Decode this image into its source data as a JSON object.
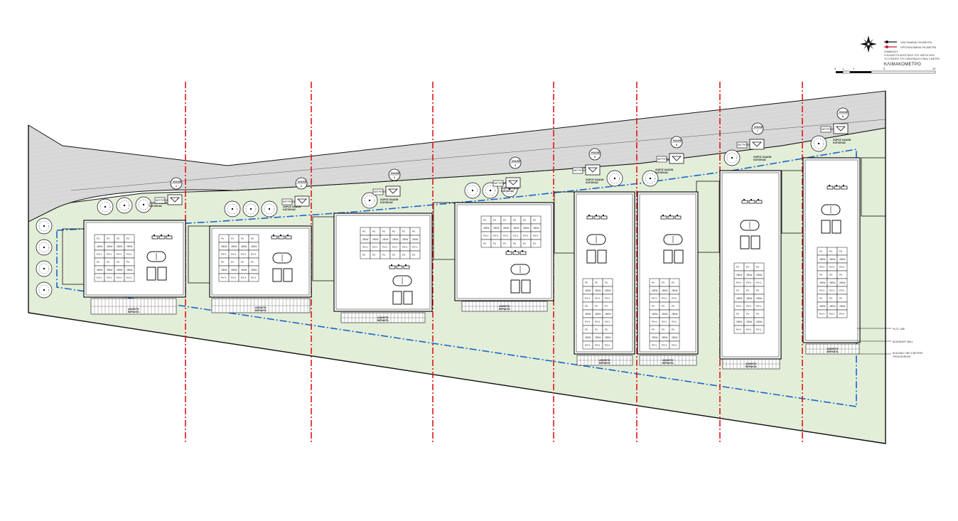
{
  "legend": {
    "existing": "ΥΦΙΣΤΑΜΕΝΑ ΥΨΟΜΕΤΡΑ",
    "proposed": "ΠΡΟΤΕΙΝΟΜΕΝΑ ΥΨΟΜΕΤΡΑ",
    "note_1": "ΣΗΜΕΙΩΣΗ:",
    "note_2": "Η ΕΛΑΧΙΣΤΗ ΑΠΟΣΤΑΣΗ ΤΟΥ ΧΩΡΟΥ ΑΠΟ",
    "note_3": "ΤΟ ΣΥΝΟΡΟ ΤΟΥ ΟΙΚΟΠΕΔΟΥ ΕΙΝΑΙ 3 ΜΕΤΡΑ",
    "colors": {
      "existing": "#111111",
      "proposed": "#cc1144"
    }
  },
  "scale_bar": {
    "title": "ΚΛΙΜΑΚΟΜΕΤΡΟ",
    "ticks": [
      "0",
      "1",
      "2",
      "5",
      "10"
    ]
  },
  "houses": [
    {
      "line1": "HOUSE",
      "line2": "1"
    },
    {
      "line1": "HOUSE",
      "line2": "2"
    },
    {
      "line1": "HOUSE",
      "line2": "3"
    },
    {
      "line1": "HOUSE",
      "line2": "4"
    },
    {
      "line1": "HOUSE",
      "line2": "5"
    },
    {
      "line1": "HOUSE",
      "line2": "6"
    },
    {
      "line1": "HOUSE",
      "line2": "7"
    },
    {
      "line1": "HOUSE",
      "line2": "8"
    }
  ],
  "labels": {
    "terrace_1": "ΑΝΟΙΚΤΗ",
    "terrace_2": "ΒΕΡΑΝΤΑ",
    "waste_1": "ΧΩΡΟΣ ΚΑΔΩΝ",
    "waste_2": "ΚΑΤΟΙΚΙΑΣ",
    "meter": "ΜΕΤΡΗΤΗΣ",
    "pv_row_a": "PV",
    "pv_row_b": "250W",
    "pv_row_c": "PV*1"
  },
  "side_notes": {
    "plot": "PLOT LINE",
    "wall": "BOUNDARY WALL",
    "build_1": "BUILDING LINE 3 METERS",
    "build_2": "FROM BORDER"
  },
  "colors": {
    "road": "#d9d9d9",
    "garden": "#e3eed8",
    "boundary_line": "#1766c8",
    "section_line": "#e01515",
    "building_fill": "#ffffff",
    "line": "#111111"
  }
}
